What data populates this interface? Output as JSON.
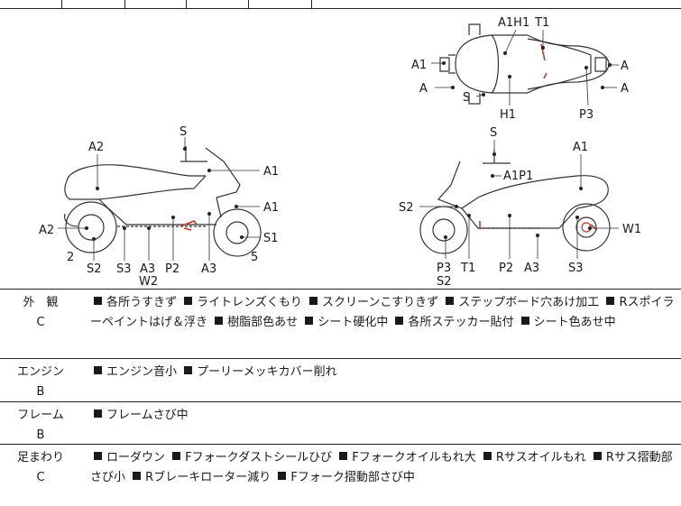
{
  "top_view_labels": {
    "a1h1": "A1H1",
    "t1": "T1",
    "a1_left": "A1",
    "a_left_top": "A",
    "a_left_bottom": "A",
    "s": "S",
    "h1": "H1",
    "p3": "P3",
    "a_right_top": "A",
    "a_right_bottom": "A"
  },
  "left_view_labels": {
    "s": "S",
    "a2_top": "A2",
    "a1_top": "A1",
    "a1_mid": "A1",
    "a2_left": "A2",
    "s1": "S1",
    "n2": "2",
    "s2": "S2",
    "s3": "S3",
    "a3_a": "A3",
    "p2": "P2",
    "a3_b": "A3",
    "n5": "5",
    "w2": "W2"
  },
  "right_view_labels": {
    "s": "S",
    "a1_top": "A1",
    "a1p1": "A1P1",
    "s2_left": "S2",
    "w1": "W1",
    "p3": "P3",
    "t1": "T1",
    "p2": "P2",
    "a3": "A3",
    "s3": "S3",
    "s2_bottom": "S2"
  },
  "rows": [
    {
      "category": "外　観",
      "grade": "C",
      "items": [
        "各所うすきず",
        "ライトレンズくもり",
        "スクリーンこすりきず",
        "ステップボード穴あけ加工",
        "Rスポイラーペイントはげ＆浮き",
        "樹脂部色あせ",
        "シート硬化中",
        "各所ステッカー貼付",
        "シート色あせ中"
      ]
    },
    {
      "category": "エンジン",
      "grade": "B",
      "items": [
        "エンジン音小",
        "プーリーメッキカバー削れ"
      ]
    },
    {
      "category": "フレーム",
      "grade": "B",
      "items": [
        "フレームさび中"
      ]
    },
    {
      "category": "足まわり",
      "grade": "C",
      "items": [
        "ローダウン",
        "Fフォークダストシールひび",
        "Fフォークオイルもれ大",
        "Rサスオイルもれ",
        "Rサス摺動部さび小",
        "Rブレーキローター減り",
        "Fフォーク摺動部さび中"
      ]
    }
  ]
}
